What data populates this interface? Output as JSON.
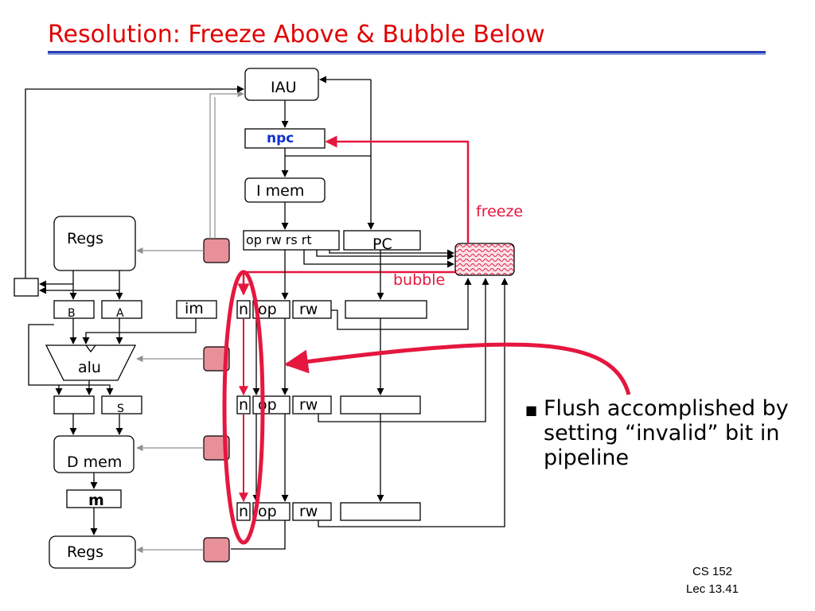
{
  "slide": {
    "title": "Resolution: Freeze Above & Bubble Below",
    "bullet": "Flush accomplished by setting “invalid” bit in pipeline",
    "footer_course": "CS 152",
    "footer_lecture": "Lec 13.41"
  },
  "diagram": {
    "iau": "IAU",
    "npc": "npc",
    "imem": "I mem",
    "regs_top": "Regs",
    "regs_bottom": "Regs",
    "if_register": "op rw rs rt",
    "pc": "PC",
    "freeze": "freeze",
    "bubble": "bubble",
    "b": "B",
    "a": "A",
    "im": "im",
    "n": "n",
    "op": "op",
    "rw": "rw",
    "alu": "alu",
    "s": "S",
    "dmem": "D mem",
    "m": "m"
  },
  "colors": {
    "title": "#e00000",
    "control": "#e5173f",
    "npc": "#1030d0",
    "stall_cell": "#e8909a",
    "title_rule": "#2a3fb0"
  }
}
